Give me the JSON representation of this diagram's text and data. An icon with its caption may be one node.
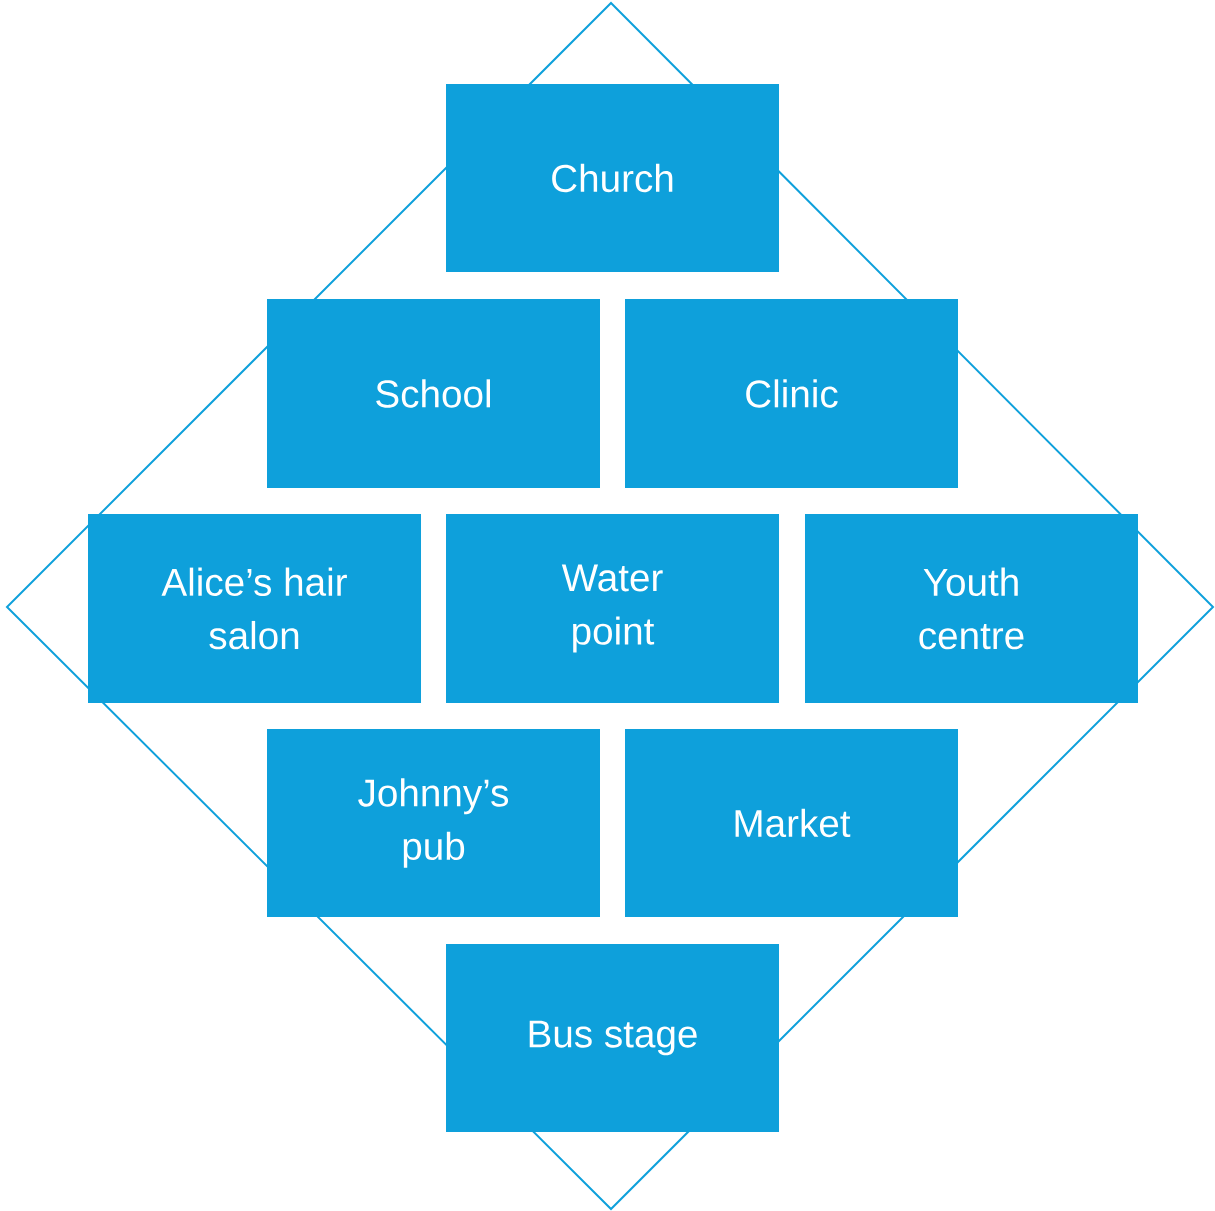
{
  "diagram": {
    "nodes": [
      {
        "text": [],
        "shape": "diamond"
      },
      {
        "text": [
          "Church"
        ],
        "in": 0
      },
      {
        "text": [
          "School"
        ],
        "in": 0
      },
      {
        "text": [
          "Clinic"
        ],
        "in": 0
      },
      {
        "text": [
          "Alice’s hair salon"
        ],
        "in": 0
      },
      {
        "text": [
          "Water point"
        ],
        "in": 0
      },
      {
        "text": [
          "Youth centre"
        ],
        "in": 0
      },
      {
        "text": [
          "Johnny’s pub"
        ],
        "in": 0
      },
      {
        "text": [
          "Market"
        ],
        "in": 0
      },
      {
        "text": [
          "Bus stage"
        ],
        "in": 0
      }
    ]
  }
}
